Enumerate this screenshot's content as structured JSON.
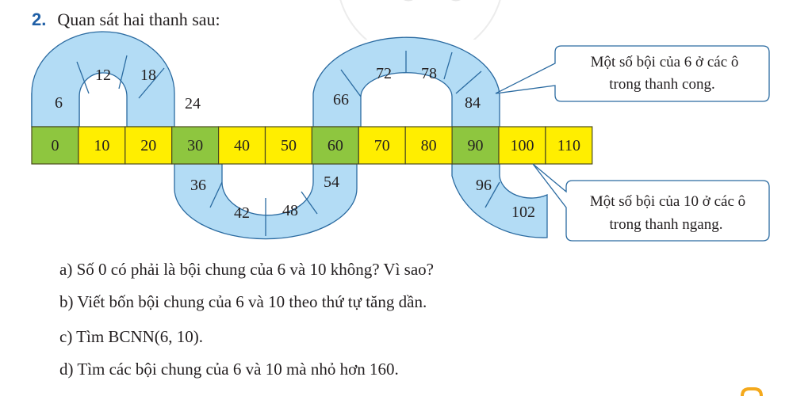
{
  "exercise": {
    "number": "2.",
    "prompt": "Quan sát hai thanh sau:"
  },
  "straight_bar": {
    "cells": [
      "0",
      "10",
      "20",
      "30",
      "40",
      "50",
      "60",
      "70",
      "80",
      "90",
      "100",
      "110"
    ],
    "colors": {
      "fill": "#ffee00",
      "shared_fill": "#8ec63f",
      "border": "#4b4b1e"
    }
  },
  "curved_bar": {
    "cells": [
      "6",
      "12",
      "18",
      "24",
      "36",
      "42",
      "48",
      "54",
      "66",
      "72",
      "78",
      "84",
      "96",
      "102"
    ],
    "colors": {
      "fill": "#b3dcf5",
      "border": "#2a6aa0"
    }
  },
  "callouts": {
    "curved": {
      "line1": "Một số bội của 6 ở các ô",
      "line2": "trong thanh cong."
    },
    "straight": {
      "line1": "Một số bội của 10 ở các ô",
      "line2": "trong thanh ngang."
    }
  },
  "questions": {
    "a": "a) Số 0 có phải là bội chung của 6 và 10 không? Vì sao?",
    "b": "b) Viết bốn bội chung của 6 và 10 theo thứ tự tăng dần.",
    "c": "c) Tìm BCNN(6, 10).",
    "d": "d) Tìm các bội chung của 6 và 10 mà nhỏ hơn 160."
  }
}
